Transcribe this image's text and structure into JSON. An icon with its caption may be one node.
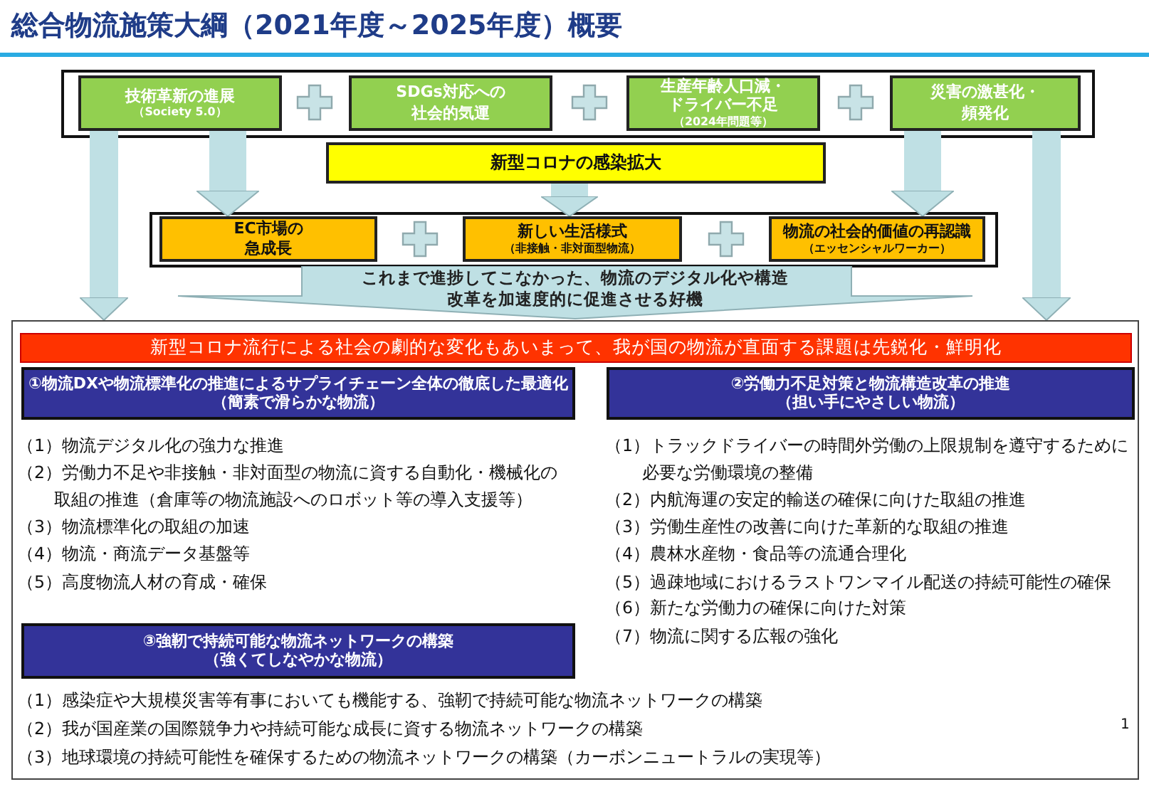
{
  "diagram": {
    "title": "総合物流施策大綱（2021年度～2025年度）概要",
    "nodes": [
      {
        "text": [
          "技術革新の進展",
          "（Society 5.0）"
        ]
      },
      {
        "text": [
          "SDGs対応への社会的気運"
        ]
      },
      {
        "text": [
          "生産年齢人口減・ドライバー不足",
          "（2024年問題等）"
        ]
      },
      {
        "text": [
          "災害の激甚化・頻発化"
        ]
      },
      {
        "text": [
          "新型コロナの感染拡大"
        ]
      },
      {
        "text": [
          "EC市場の急成長"
        ]
      },
      {
        "text": [
          "新しい生活様式",
          "（非接触・非対面型物流）"
        ]
      },
      {
        "text": [
          "物流の社会的価値の再認識",
          "（エッセンシャルワーカー）"
        ]
      },
      {
        "text": [
          "これまで進捗してこなかった、物流のデジタル化や構造改革を加速度的に促進させる好機"
        ]
      },
      {
        "text": [],
        "shape": "box"
      },
      {
        "text": [
          "新型コロナ流行による社会の劇的な変化もあいまって、我が国の物流が直面する課題は先鋭化・鮮明化"
        ],
        "in": 9
      },
      {
        "text": [
          "①物流DXや物流標準化の推進によるサプライチェーン全体の徹底した最適化",
          "（簡素で滑らかな物流）"
        ],
        "in": 9
      },
      {
        "text": [
          "②労働力不足対策と物流構造改革の推進",
          "（担い手にやさしい物流）"
        ],
        "in": 9
      },
      {
        "text": [
          "③強靭で持続可能な物流ネットワークの構築",
          "（強くてしなやかな物流）"
        ],
        "in": 9
      }
    ],
    "edges": [
      {
        "from": 0,
        "to": 9,
        "arrow": "to"
      },
      {
        "from": 0,
        "to": 5,
        "arrow": "to"
      },
      {
        "from": 4,
        "to": 6,
        "arrow": "to"
      },
      {
        "from": 3,
        "to": 7,
        "arrow": "to"
      },
      {
        "from": 3,
        "to": 9,
        "arrow": "to"
      }
    ],
    "labels": [
      "（1）物流デジタル化の強力な推進",
      "（2）労働力不足や非接触・非対面型の物流に資する自動化・機械化の取組の推進（倉庫等の物流施設へのロボット等の導入支援等）",
      "（3）物流標準化の取組の加速",
      "（4）物流・商流データ基盤等",
      "（5）高度物流人材の育成・確保",
      "（1）トラックドライバーの時間外労働の上限規制を遵守するために必要な労働環境の整備",
      "（2）内航海運の安定的輸送の確保に向けた取組の推進",
      "（3）労働生産性の改善に向けた革新的な取組の推進",
      "（4）農林水産物・食品等の流通合理化",
      "（5）過疎地域におけるラストワンマイル配送の持続可能性の確保",
      "（6）新たな労働力の確保に向けた対策",
      "（7）物流に関する広報の強化",
      "（1）感染症や大規模災害等有事においても機能する、強靭で持続可能な物流ネットワークの構築",
      "（2）我が国産業の国際競争力や持続可能な成長に資する物流ネットワークの構築",
      "（3）地球環境の持続可能性を確保するための物流ネットワークの構築（カーボンニュートラルの実現等）",
      "1"
    ]
  }
}
